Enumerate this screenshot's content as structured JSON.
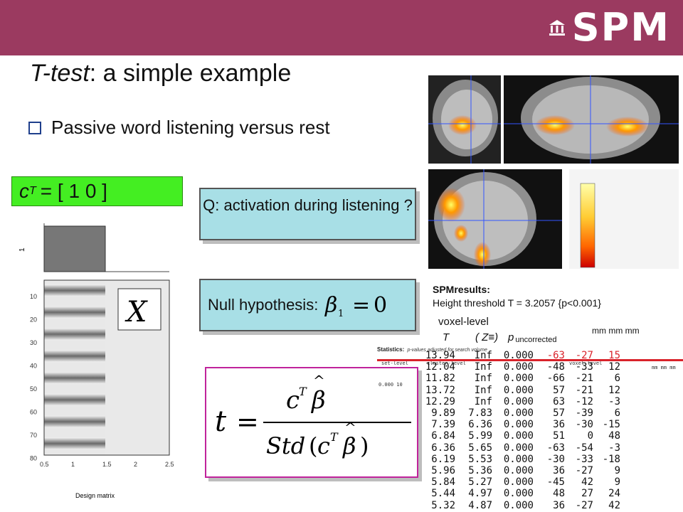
{
  "header": {
    "logo_text": "SPM",
    "logo_icon": "building-icon",
    "bar_color": "#9b3a60"
  },
  "slide": {
    "title_italic": "T-test",
    "title_rest": ": a simple example",
    "bullet": "Passive word listening versus rest",
    "contrast": {
      "c": "c",
      "sup": "T",
      "rest": "= [ 1        0 ]"
    },
    "question": "Q: activation during listening ?",
    "null_label": "Null hypothesis:"
  },
  "design_matrix": {
    "xlabel": "Design matrix",
    "x_ticks": [
      "0.5",
      "1",
      "1.5",
      "2",
      "2.5"
    ],
    "y_ticks": [
      "10",
      "20",
      "30",
      "40",
      "50",
      "60",
      "70",
      "80"
    ],
    "contrast_axis_label": "1",
    "matrix_label": "X"
  },
  "spm_results": {
    "head": "SPMresults:",
    "threshold": "Height threshold T = 3.2057  {p<0.001}",
    "voxel_level": "voxel-level",
    "mm_header": "mm  mm  mm",
    "col_T": "T",
    "col_Z": "( Z≡)",
    "col_p": "p",
    "col_p_sub": "uncorrected",
    "rows": [
      {
        "t": "13.94",
        "z": "Inf",
        "p": "0.000",
        "x": "-63",
        "y": "-27",
        "z_mm": "15"
      },
      {
        "t": "12.04",
        "z": "Inf",
        "p": "0.000",
        "x": "-48",
        "y": "-33",
        "z_mm": "12"
      },
      {
        "t": "11.82",
        "z": "Inf",
        "p": "0.000",
        "x": "-66",
        "y": "-21",
        "z_mm": "6"
      },
      {
        "t": "13.72",
        "z": "Inf",
        "p": "0.000",
        "x": "57",
        "y": "-21",
        "z_mm": "12"
      },
      {
        "t": "12.29",
        "z": "Inf",
        "p": "0.000",
        "x": "63",
        "y": "-12",
        "z_mm": "-3"
      },
      {
        "t": "9.89",
        "z": "7.83",
        "p": "0.000",
        "x": "57",
        "y": "-39",
        "z_mm": "6"
      },
      {
        "t": "7.39",
        "z": "6.36",
        "p": "0.000",
        "x": "36",
        "y": "-30",
        "z_mm": "-15"
      },
      {
        "t": "6.84",
        "z": "5.99",
        "p": "0.000",
        "x": "51",
        "y": "0",
        "z_mm": "48"
      },
      {
        "t": "6.36",
        "z": "5.65",
        "p": "0.000",
        "x": "-63",
        "y": "-54",
        "z_mm": "-3"
      },
      {
        "t": "6.19",
        "z": "5.53",
        "p": "0.000",
        "x": "-30",
        "y": "-33",
        "z_mm": "-18"
      },
      {
        "t": "5.96",
        "z": "5.36",
        "p": "0.000",
        "x": "36",
        "y": "-27",
        "z_mm": "9"
      },
      {
        "t": "5.84",
        "z": "5.27",
        "p": "0.000",
        "x": "-45",
        "y": "42",
        "z_mm": "9"
      },
      {
        "t": "5.44",
        "z": "4.97",
        "p": "0.000",
        "x": "48",
        "y": "27",
        "z_mm": "24"
      },
      {
        "t": "5.32",
        "z": "4.87",
        "p": "0.000",
        "x": "36",
        "y": "-27",
        "z_mm": "42"
      }
    ]
  },
  "stats_table": {
    "title": "Statistics:",
    "subtitle": "p-values adjusted for search volume",
    "set_level": "set-level",
    "cluster_level": "cluster-level",
    "voxel_level": "voxel-level",
    "set_row": "0.000 10",
    "mm": "mm mm mm"
  },
  "colors": {
    "contrast_bg": "#44ee22",
    "callout_bg": "#a8dfe6",
    "formula_border": "#c0239b",
    "highlight": "#d9222a"
  }
}
